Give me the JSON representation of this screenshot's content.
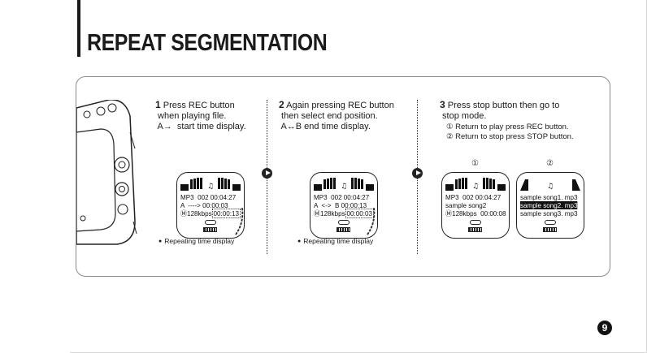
{
  "page": {
    "title": "REPEAT SEGMENTATION",
    "page_number": "9"
  },
  "steps": [
    {
      "num": "1",
      "text": " Press REC button\n when playing file.\n A→  start time display."
    },
    {
      "num": "2",
      "text": " Again pressing REC button\n then select end position.\n A↔B end time display."
    },
    {
      "num": "3",
      "text": " Press stop button then go to\n stop mode.",
      "sub": [
        "① Return to play press REC button.",
        "② Return to stop press STOP button."
      ]
    }
  ],
  "screens": {
    "lcd1": {
      "line1": "MP3  002 00:04:27",
      "line2a": "A  ----> 00:00:03",
      "line3a": "Ⓜ128kbps",
      "line3b": "00:00:13"
    },
    "lcd2": {
      "line1": "MP3  002 00:04:27",
      "line2a": "A  <->  B ",
      "line2b": "00:00:13",
      "line3a": "Ⓜ128kbps",
      "line3b": "00:00:03"
    },
    "lcd3": {
      "label": "①",
      "line1": "MP3  002 00:04:27",
      "line2": "sample song2",
      "line3": "Ⓜ128kbps  00:00:08"
    },
    "lcd4": {
      "label": "②",
      "line1": "sample song1. mp3",
      "line2": "sample song2. mp3",
      "line3": "sample song3. mp3"
    }
  },
  "captions": {
    "cap1": "Repeating time display",
    "cap2": "Repeating time display"
  },
  "icons": {
    "arrow": "right-arrow-circle-icon",
    "repeat": "repeat-icon",
    "battery": "battery-icon",
    "music_note": "music-note-icon"
  }
}
